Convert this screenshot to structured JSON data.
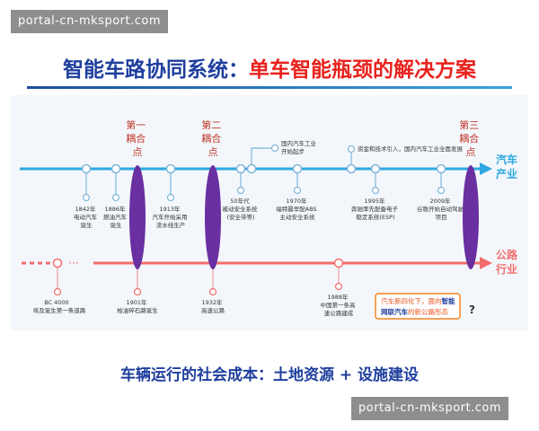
{
  "watermark_top": "portal-cn-mksport.com",
  "watermark_bottom": "portal-cn-mksport.com",
  "title_part1": "智能车路协同系统：",
  "title_part2": "单车智能瓶颈的解决方案",
  "footer": "车辆运行的社会成本：土地资源 + 设施建设",
  "colors": {
    "title_blue": "#1f3f9e",
    "title_red": "#e8221d",
    "auto_line": "#2ea7e0",
    "road_line": "#f26d6d",
    "coupling": "#6a2fa0",
    "coupling_text": "#c0392b",
    "callout": "#f58220"
  },
  "lanes": {
    "auto": [
      "汽车",
      "产业"
    ],
    "road": [
      "公路",
      "行业"
    ]
  },
  "coupling_points": [
    {
      "label": [
        "第一",
        "耦合",
        "点"
      ]
    },
    {
      "label": [
        "第二",
        "耦合",
        "点"
      ]
    },
    {
      "label": [
        "第三",
        "耦合",
        "点"
      ]
    }
  ],
  "auto_events_below": [
    {
      "lines": [
        "1842年",
        "电动汽车",
        "诞生"
      ]
    },
    {
      "lines": [
        "1886年",
        "燃油汽车",
        "诞生"
      ]
    },
    {
      "lines": [
        "1913年",
        "汽车开始采用",
        "流水线生产"
      ]
    },
    {
      "lines": [
        "50年代",
        "被动安全系统",
        "(安全带等)"
      ]
    },
    {
      "lines": [
        "1970年",
        "福特最早配ABS",
        "主动安全系统"
      ]
    },
    {
      "lines": [
        "1995年",
        "奔驰率先配备电子",
        "稳定系统(ESP)"
      ]
    },
    {
      "lines": [
        "2009年",
        "谷歌开始自动驾驶",
        "项目"
      ]
    }
  ],
  "auto_events_above": [
    {
      "lines": [
        "国内汽车工业",
        "开始起步"
      ]
    },
    {
      "lines": [
        "资金和技术引入，国内汽车工业全面发展"
      ]
    }
  ],
  "road_events": [
    {
      "lines": [
        "BC 4000",
        "埃及诞生第一条道路"
      ]
    },
    {
      "lines": [
        "1901年",
        "柏油碎石路诞生"
      ]
    },
    {
      "lines": [
        "1932年",
        "高速公路"
      ]
    },
    {
      "lines": [
        "1988年",
        "中国第一条高",
        "速公路建成"
      ]
    }
  ],
  "road_ellipsis": "···",
  "callout": {
    "line1_a": "汽车新四化下，面向",
    "line1_b": "智能",
    "line2_a": "网联汽车",
    "line2_b": "的新公路形态"
  },
  "question_mark": "?"
}
